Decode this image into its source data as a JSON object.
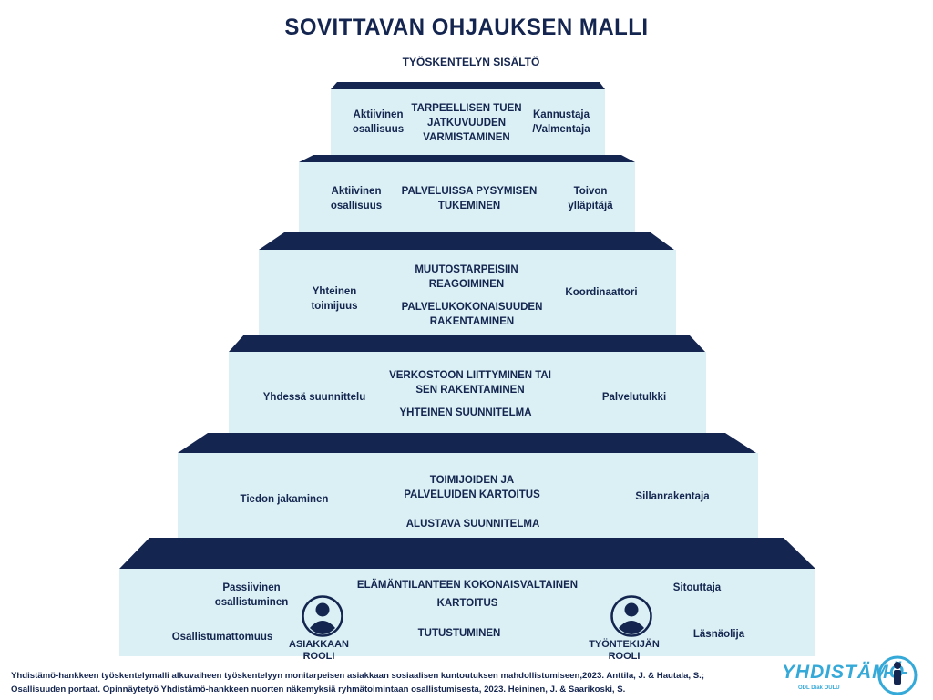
{
  "title": "SOVITTAVAN OHJAUKSEN MALLI",
  "subtitle": "TYÖSKENTELYN SISÄLTÖ",
  "steps": [
    {
      "left": [
        "Aktiivinen",
        "osallisuus"
      ],
      "center": [
        "TARPEELLISEN TUEN",
        "JATKUVUUDEN",
        "VARMISTAMINEN"
      ],
      "right": [
        "Kannustaja",
        "/Valmentaja"
      ]
    },
    {
      "left": [
        "Aktiivinen",
        "osallisuus"
      ],
      "center": [
        "PALVELUISSA PYSYMISEN",
        "TUKEMINEN"
      ],
      "right": [
        "Toivon",
        "ylläpitäjä"
      ]
    },
    {
      "left": [
        "Yhteinen",
        "toimijuus"
      ],
      "center": [
        "MUUTOSTARPEISIIN",
        "REAGOIMINEN"
      ],
      "center2": [
        "PALVELUKOKONAISUUDEN",
        "RAKENTAMINEN"
      ],
      "right": [
        "Koordinaattori"
      ]
    },
    {
      "left": [
        "Yhdessä suunnittelu"
      ],
      "center": [
        "VERKOSTOON LIITTYMINEN TAI",
        "SEN RAKENTAMINEN"
      ],
      "center2": [
        "YHTEINEN SUUNNITELMA"
      ],
      "right": [
        "Palvelutulkki"
      ]
    },
    {
      "left": [
        "Tiedon jakaminen"
      ],
      "center": [
        "TOIMIJOIDEN JA",
        "PALVELUIDEN KARTOITUS"
      ],
      "center2": [
        "ALUSTAVA SUUNNITELMA"
      ],
      "right": [
        "Sillanrakentaja"
      ]
    },
    {
      "left": [
        "Passiivinen",
        "osallistuminen"
      ],
      "left2": [
        "Osallistumattomuus"
      ],
      "center": [
        "ELÄMÄNTILANTEEN KOKONAISVALTAINEN"
      ],
      "center_b": [
        "KARTOITUS"
      ],
      "center2": [
        "TUTUSTUMINEN"
      ],
      "right": [
        "Sitouttaja"
      ],
      "right2": [
        "Läsnäolija"
      ]
    }
  ],
  "roles": {
    "client": [
      "ASIAKKAAN",
      "ROOLI"
    ],
    "worker": [
      "TYÖNTEKIJÄN",
      "ROOLI"
    ]
  },
  "footer": {
    "line1": "Yhdistämö-hankkeen työskentelymalli alkuvaiheen työskentelyyn monitarpeisen asiakkaan sosiaalisen kuntoutuksen mahdollistumiseen,2023. Anttila, J. & Hautala, S.;",
    "line2": "Osallisuuden portaat. Opinnäytetyö Yhdistämö-hankkeen nuorten näkemyksiä ryhmätoimintaan osallistumisesta, 2023. Heininen, J. & Saarikoski, S."
  },
  "logo": {
    "name": "YHDISTÄMÖ",
    "small": "ODL  Diak  OULU"
  },
  "icons": [
    "person-icon",
    "person-icon",
    "yhdistamo-logo-icon"
  ],
  "colors": {
    "navy": "#14254f",
    "panel": "#daf0f4",
    "accent": "#35a9d8"
  }
}
